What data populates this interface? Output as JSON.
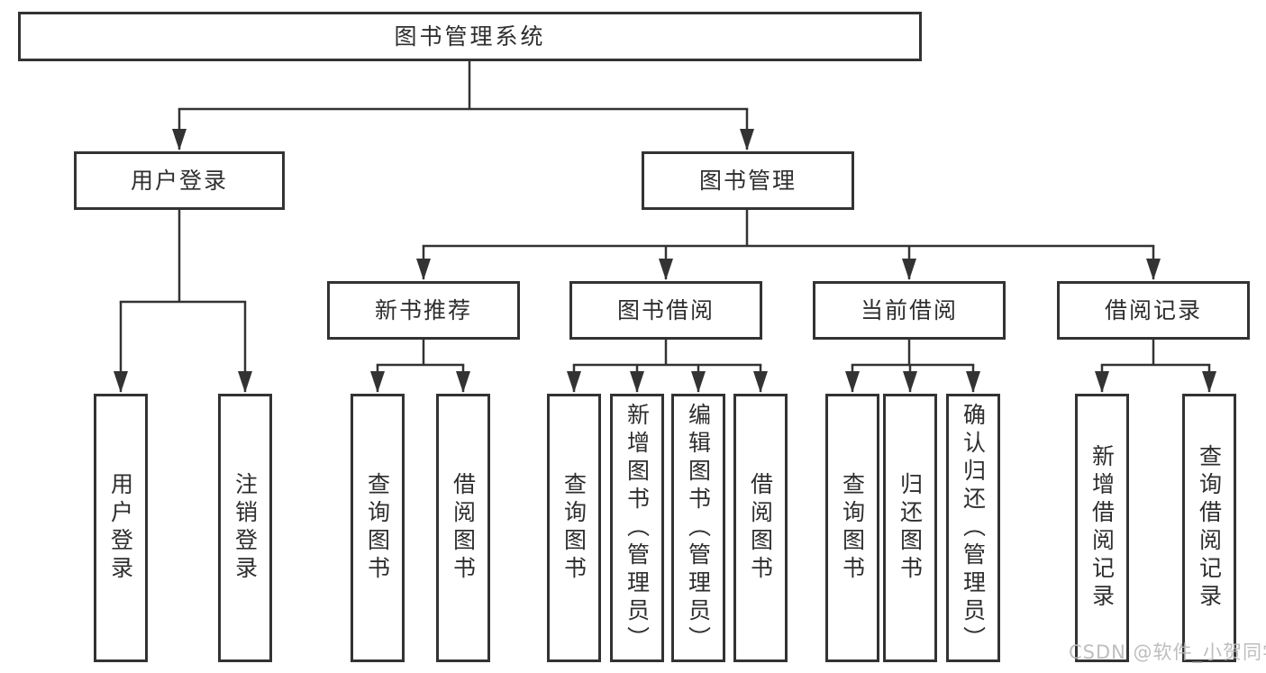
{
  "colors": {
    "line": "#333333",
    "box_border": "#333333",
    "text": "#2e2e2e",
    "background": "#ffffff",
    "watermark": "#b8b8b8"
  },
  "tree": {
    "root": "图书管理系统",
    "level2": [
      {
        "label": "用户登录",
        "leaves": [
          "用户登录",
          "注销登录"
        ]
      },
      {
        "label": "图书管理",
        "groups": [
          {
            "label": "新书推荐",
            "leaves": [
              "查询图书",
              "借阅图书"
            ]
          },
          {
            "label": "图书借阅",
            "leaves": [
              "查询图书",
              "新增图书（管理员）",
              "编辑图书（管理员）",
              "借阅图书"
            ]
          },
          {
            "label": "当前借阅",
            "leaves": [
              "查询图书",
              "归还图书",
              "确认归还（管理员）"
            ]
          },
          {
            "label": "借阅记录",
            "leaves": [
              "新增借阅记录",
              "查询借阅记录"
            ]
          }
        ]
      }
    ]
  },
  "watermark": {
    "text": "CSDN @软件_小贺同学"
  }
}
